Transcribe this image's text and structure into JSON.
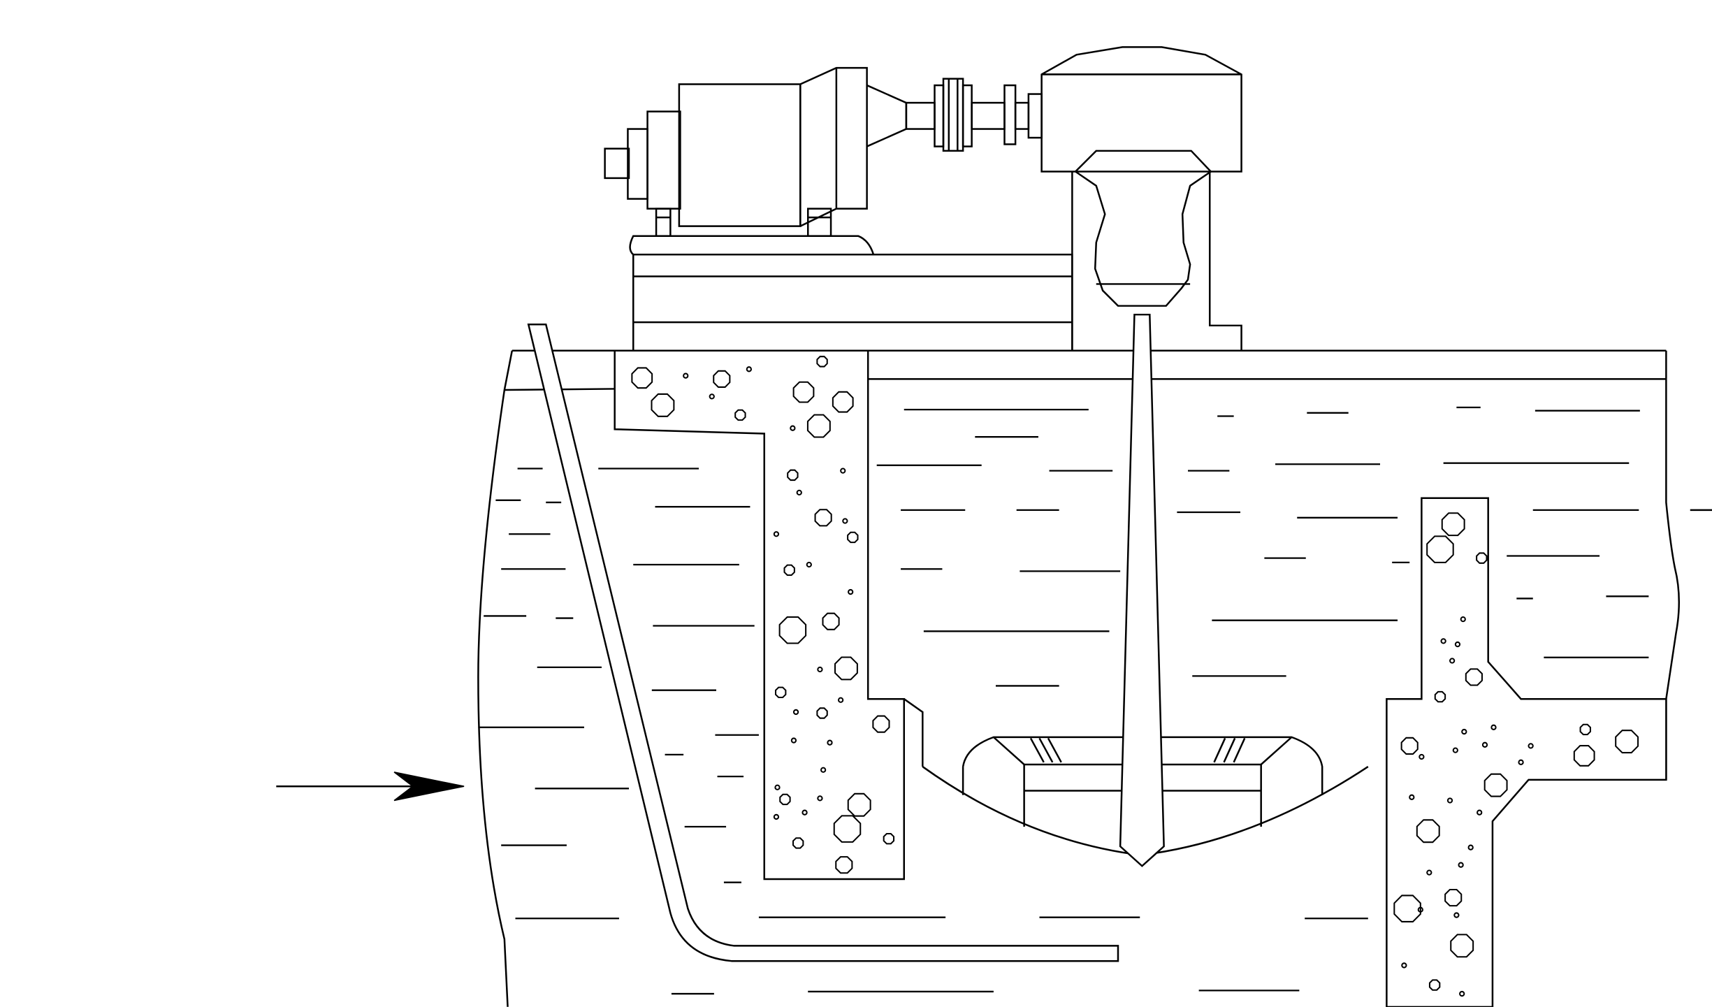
{
  "diagram": {
    "colors": {
      "ink": "#000000",
      "background": "#ffffff"
    },
    "components": [
      "motor",
      "gear-reducer",
      "shaft-coupling",
      "mixer-drive-head",
      "agitator-shaft",
      "impeller",
      "inlet-pipe",
      "concrete-baffle-wall",
      "concrete-partition-wall",
      "tank-wall",
      "inflow-arrow",
      "water-surface-lines",
      "aggregate-bubbles"
    ],
    "icons": [
      "arrow-right-icon"
    ]
  }
}
